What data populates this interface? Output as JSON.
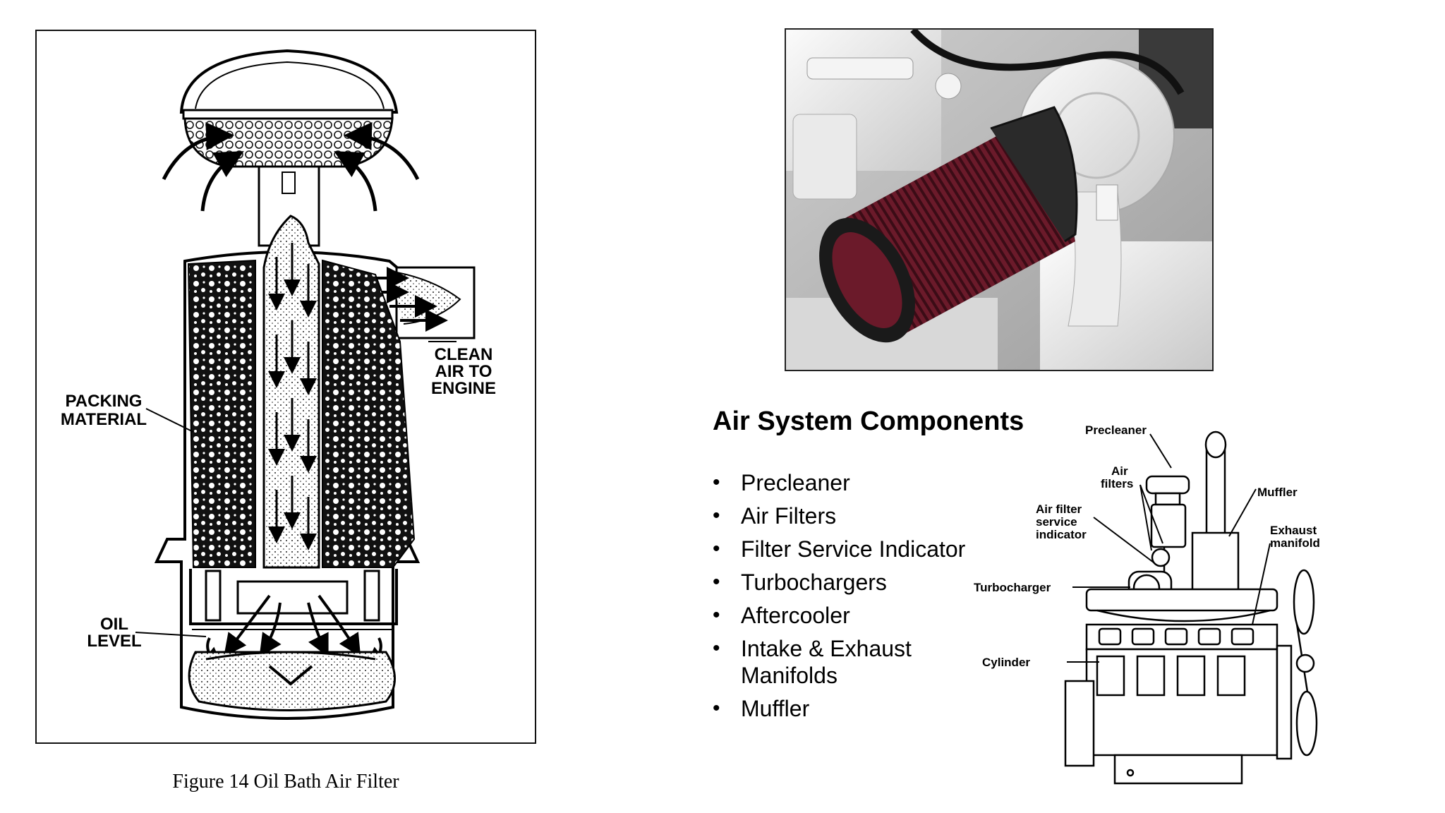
{
  "filter_diagram": {
    "labels": {
      "packing_1": "PACKING",
      "packing_2": "MATERIAL",
      "clean_1": "CLEAN",
      "clean_2": "AIR TO",
      "clean_3": "ENGINE",
      "oil_1": "OIL",
      "oil_2": "LEVEL"
    },
    "caption": "Figure 14  Oil Bath Air Filter"
  },
  "components": {
    "title": "Air System Components",
    "items": [
      {
        "label": "Precleaner"
      },
      {
        "label": "Air Filters"
      },
      {
        "label": "Filter Service Indicator"
      },
      {
        "label": "Turbochargers"
      },
      {
        "label": "Aftercooler"
      },
      {
        "label": "Intake & Exhaust Manifolds"
      },
      {
        "label": "Muffler"
      }
    ]
  },
  "engine_diagram": {
    "labels": {
      "precleaner": "Precleaner",
      "air_filters_1": "Air",
      "air_filters_2": "filters",
      "indicator_1": "Air filter",
      "indicator_2": "service",
      "indicator_3": "indicator",
      "muffler": "Muffler",
      "exhaust_1": "Exhaust",
      "exhaust_2": "manifold",
      "turbocharger": "Turbocharger",
      "cylinder": "Cylinder"
    }
  },
  "colors": {
    "filter_element": "#6b1a2a",
    "engine_paint": "#e8e8e8"
  }
}
